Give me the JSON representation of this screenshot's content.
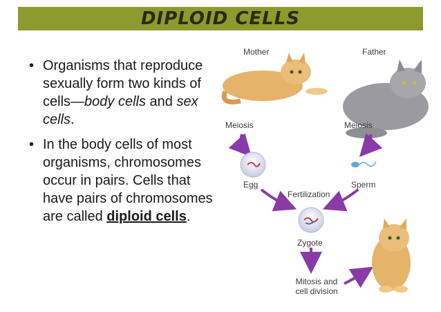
{
  "title": "DIPLOID CELLS",
  "bullet1": {
    "dot": "•",
    "part1": "Organisms that reproduce sexually form two kinds of cells—",
    "italic1": "body cells",
    "part2": " and ",
    "italic2": "sex cells",
    "part3": "."
  },
  "bullet2": {
    "dot": "•",
    "part1": "In the body cells of most organisms, chromosomes occur in pairs. Cells that have pairs of chromosomes are called ",
    "bold": "diploid cells",
    "part2": "."
  },
  "diagram": {
    "mother": "Mother",
    "father": "Father",
    "meiosis_left": "Meiosis",
    "meiosis_right": "Meiosis",
    "egg": "Egg",
    "sperm": "Sperm",
    "fertilization": "Fertilization",
    "zygote": "Zygote",
    "mitosis_line1": "Mitosis and",
    "mitosis_line2": "cell division"
  },
  "colors": {
    "title_bar": "#8d9a2d",
    "arrow": "#8a3aa6",
    "orange_cat": "#e6b36a",
    "gray_cat": "#9a9aa0"
  }
}
